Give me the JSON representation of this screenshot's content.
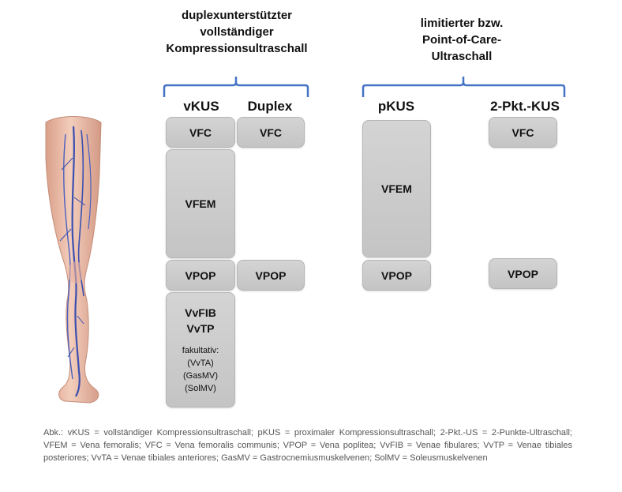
{
  "groups": {
    "duplex_title_lines": [
      "duplexunterstützter",
      "vollständiger",
      "Kompressionsultraschall"
    ],
    "poc_title_lines": [
      "limitierter bzw.",
      "Point-of-Care-",
      "Ultraschall"
    ]
  },
  "columns": {
    "vkus": "vKUS",
    "duplex": "Duplex",
    "pkus": "pKUS",
    "twopt": "2-Pkt.-KUS"
  },
  "boxes": {
    "vkus_vfc": "VFC",
    "vkus_vfem": "VFEM",
    "vkus_vpop": "VPOP",
    "vkus_calf_line1": "VvFIB",
    "vkus_calf_line2": "VvTP",
    "vkus_calf_opt_label": "fakultativ:",
    "vkus_calf_opt_1": "(VvTA)",
    "vkus_calf_opt_2": "(GasMV)",
    "vkus_calf_opt_3": "(SolMV)",
    "duplex_vfc": "VFC",
    "duplex_vpop": "VPOP",
    "pkus_vfem": "VFEM",
    "pkus_vpop": "VPOP",
    "twopt_vfc": "VFC",
    "twopt_vpop": "VPOP"
  },
  "footnote": "Abk.: vKUS = vollständiger Kompressionsultraschall; pKUS = proximaler Kompressionsultraschall; 2-Pkt.-US = 2-Punkte-Ultraschall; VFEM = Vena femoralis; VFC = Vena femoralis communis; VPOP = Vena poplitea; VvFIB = Venae fibulares; VvTP = Venae tibiales posteriores; VvTA = Venae tibiales anteriores; GasMV = Gastrocnemiusmuskelvenen; SolMV = Soleusmuskelvenen",
  "colors": {
    "brace": "#4472c4",
    "box_fill": "#c8c8c8",
    "vein": "#3a4fb0",
    "skin": "#e8b9a3"
  }
}
